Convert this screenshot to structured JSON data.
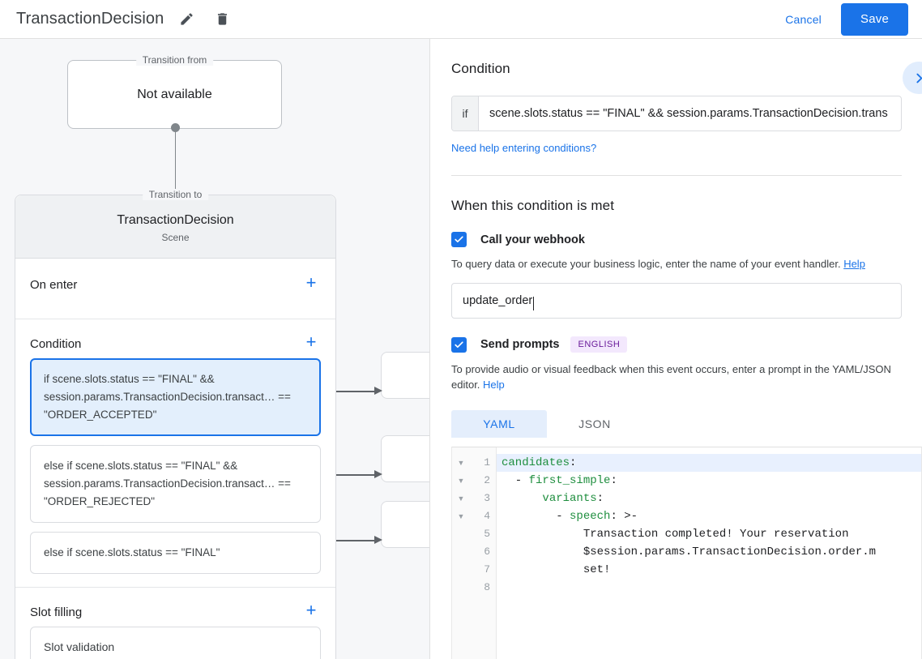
{
  "header": {
    "title": "TransactionDecision",
    "edit_icon": "pencil-icon",
    "delete_icon": "trash-icon",
    "cancel_label": "Cancel",
    "save_label": "Save",
    "accent_color": "#1a73e8"
  },
  "canvas": {
    "transition_from": {
      "legend": "Transition from",
      "value": "Not available"
    },
    "transition_to": {
      "legend": "Transition to",
      "title": "TransactionDecision",
      "subtitle": "Scene"
    },
    "sections": {
      "on_enter": {
        "title": "On enter",
        "add_label": "+"
      },
      "condition": {
        "title": "Condition",
        "add_label": "+",
        "items": [
          {
            "text": "if scene.slots.status == \"FINAL\" && session.params.TransactionDecision.transact… == \"ORDER_ACCEPTED\"",
            "selected": true
          },
          {
            "text": "else if scene.slots.status == \"FINAL\" && session.params.TransactionDecision.transact… == \"ORDER_REJECTED\"",
            "selected": false
          },
          {
            "text": "else if scene.slots.status == \"FINAL\"",
            "selected": false
          }
        ]
      },
      "slot_filling": {
        "title": "Slot filling",
        "add_label": "+",
        "items": [
          {
            "text": "Slot validation"
          }
        ]
      }
    }
  },
  "panel": {
    "condition_heading": "Condition",
    "collapse_icon": "chevron-right-icon",
    "if_prefix": "if",
    "if_value": "scene.slots.status == \"FINAL\" && session.params.TransactionDecision.trans",
    "conditions_help_link": "Need help entering conditions?",
    "met_heading": "When this condition is met",
    "webhook": {
      "checked": true,
      "label": "Call your webhook",
      "description": "To query data or execute your business logic, enter the name of your event handler. ",
      "help_label": "Help",
      "value": "update_order"
    },
    "prompts": {
      "checked": true,
      "label": "Send prompts",
      "language_badge": "ENGLISH",
      "description": "To provide audio or visual feedback when this event occurs, enter a prompt in the YAML/JSON editor. ",
      "help_label": "Help",
      "tabs": [
        {
          "label": "YAML",
          "active": true
        },
        {
          "label": "JSON",
          "active": false
        }
      ],
      "editor": {
        "fold_rows": [
          1,
          2,
          3,
          4
        ],
        "active_line": 1,
        "lines": [
          {
            "n": "1",
            "key": "candidates",
            "rest": ":",
            "indent": ""
          },
          {
            "n": "2",
            "key": "first_simple",
            "rest": ":",
            "indent": "  - ",
            "dash": true
          },
          {
            "n": "3",
            "key": "variants",
            "rest": ":",
            "indent": "      "
          },
          {
            "n": "4",
            "key": "speech",
            "rest": ": >-",
            "indent": "        - ",
            "dash": true
          },
          {
            "n": "5",
            "key": "",
            "rest": "            Transaction completed! Your reservation",
            "indent": ""
          },
          {
            "n": "6",
            "key": "",
            "rest": "            $session.params.TransactionDecision.order.m",
            "indent": ""
          },
          {
            "n": "7",
            "key": "",
            "rest": "            set!",
            "indent": ""
          },
          {
            "n": "8",
            "key": "",
            "rest": "",
            "indent": ""
          }
        ]
      }
    }
  }
}
